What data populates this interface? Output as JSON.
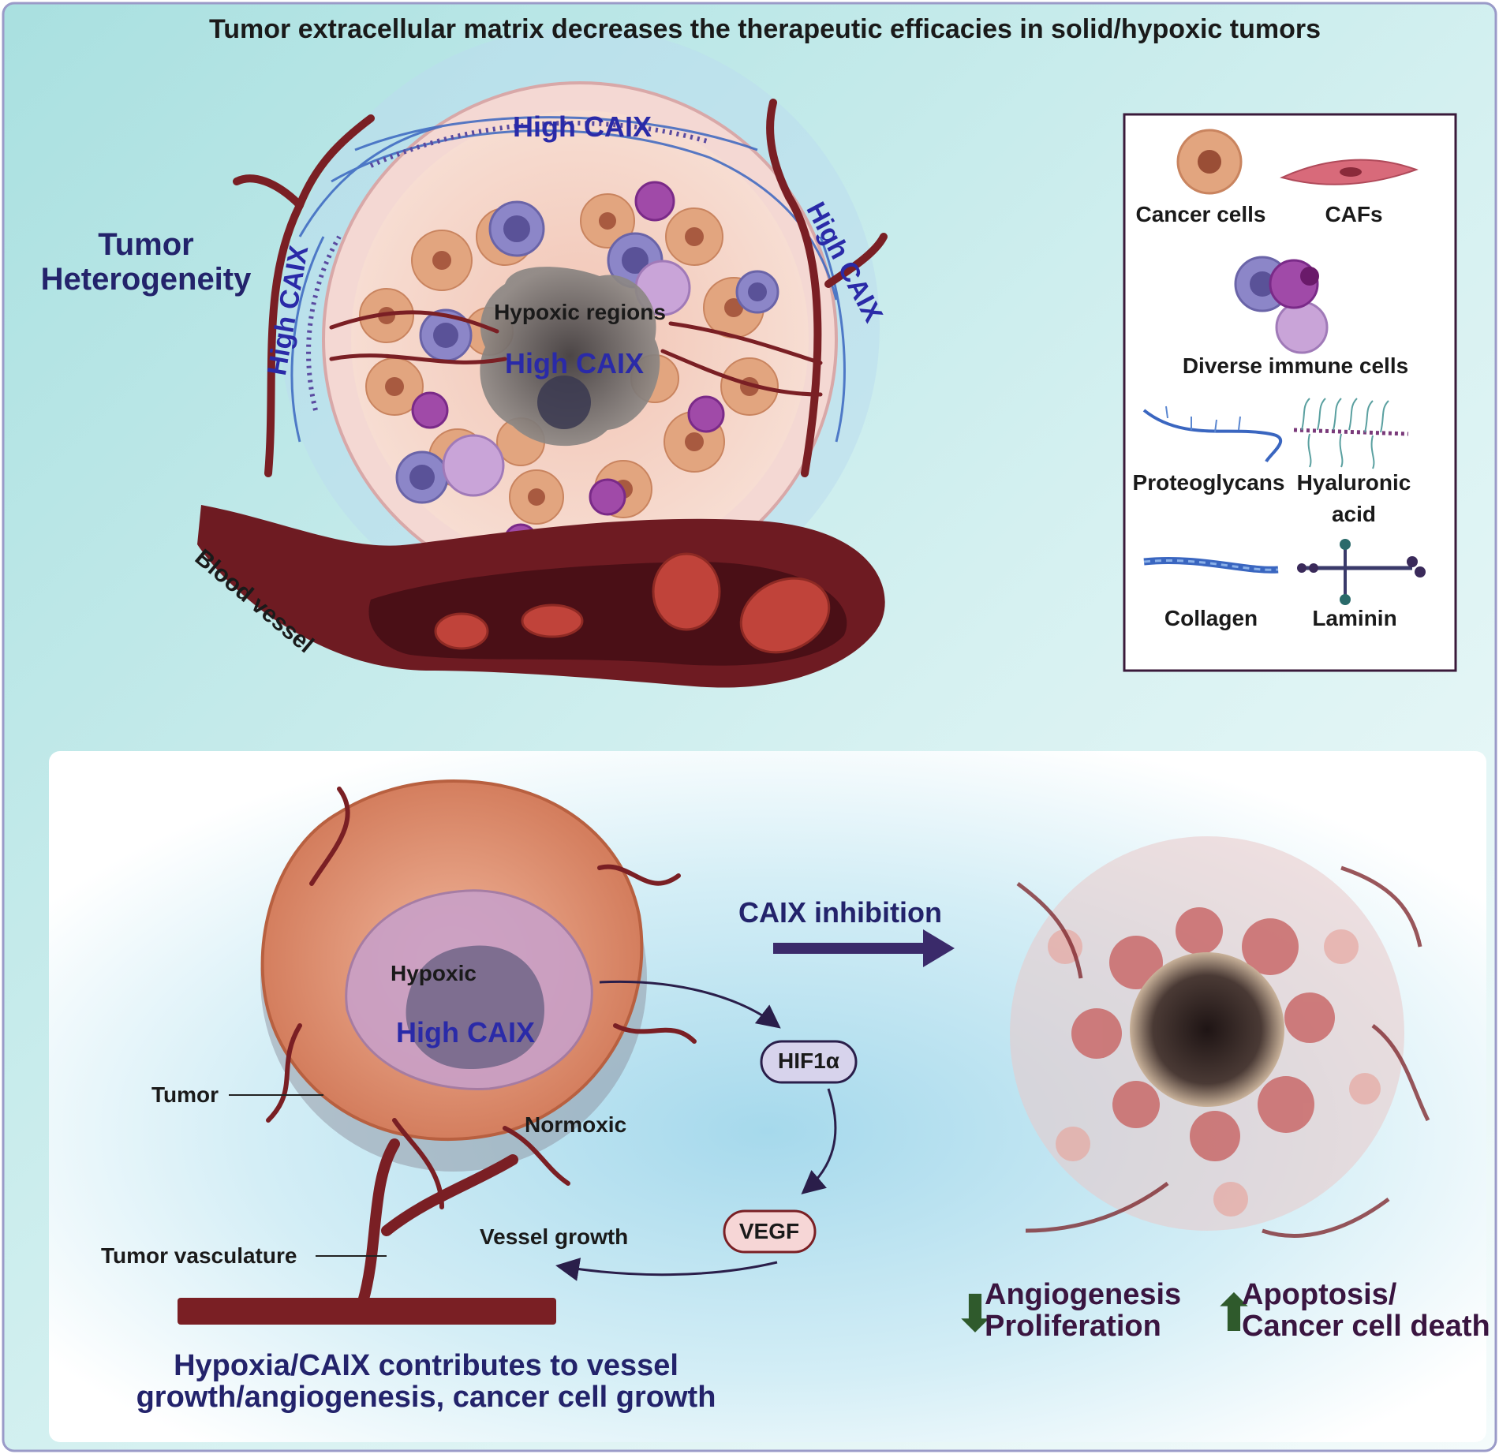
{
  "title": "Tumor extracellular matrix decreases the therapeutic efficacies in solid/hypoxic tumors",
  "top": {
    "heterogeneity": [
      "Tumor",
      "Heterogeneity"
    ],
    "high_caix_top": "High CAIX",
    "high_caix_left": "High CAIX",
    "high_caix_right": "High CAIX",
    "hypoxic_regions": "Hypoxic regions",
    "high_caix_center": "High CAIX",
    "blood_vessel": "Blood vessel"
  },
  "legend": {
    "cancer_cells": "Cancer cells",
    "cafs": "CAFs",
    "immune": "Diverse immune cells",
    "proteoglycans": "Proteoglycans",
    "hyaluronic": [
      "Hyaluronic",
      "acid"
    ],
    "collagen": "Collagen",
    "laminin": "Laminin"
  },
  "bottom": {
    "hypoxic": "Hypoxic",
    "high_caix": "High CAIX",
    "tumor": "Tumor",
    "normoxic": "Normoxic",
    "tumor_vasculature": "Tumor vasculature",
    "vessel_growth": "Vessel growth",
    "caix_inhibition": "CAIX inhibition",
    "hif1a": "HIF1α",
    "vegf": "VEGF",
    "caption": [
      "Hypoxia/CAIX contributes to vessel",
      "growth/angiogenesis, cancer cell growth"
    ],
    "down_arrow": "⬇",
    "up_arrow": "⬆",
    "down_text": [
      "Angiogenesis",
      "Proliferation"
    ],
    "up_text": [
      "Apoptosis/",
      "Cancer cell death"
    ]
  },
  "colors": {
    "panel_teal": "#bfe8e8",
    "panel_border": "#9a9ac8",
    "vessel": "#7a1f24",
    "rbc": "#c0433a",
    "tumor_orange": "#d9896a",
    "hypoxic_purple": "#b68ab8",
    "navy_text": "#23236b",
    "caix_blue": "#2a2aa8"
  }
}
